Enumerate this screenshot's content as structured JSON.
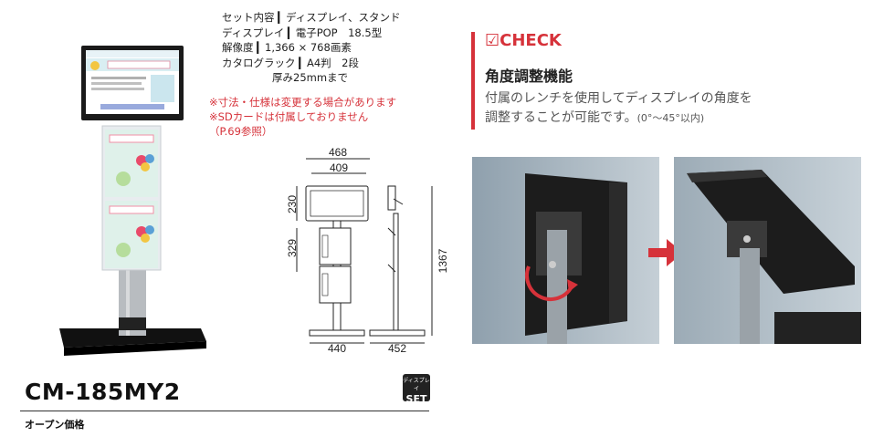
{
  "specs": [
    "セット内容 ▎ディスプレイ、スタンド",
    "ディスプレイ ▎電子POP　18.5型",
    "解像度 ▎1,366 × 768画素",
    "カタログラック ▎A4判　2段"
  ],
  "spec_extra": "厚み25mmまで",
  "notes": [
    "※寸法・仕様は変更する場合があります",
    "※SDカードは付属しておりません",
    "（P.69参照）"
  ],
  "check": {
    "title": "☑CHECK",
    "heading": "角度調整機能",
    "body_line1": "付属のレンチを使用してディスプレイの角度を",
    "body_line2": "調整することが可能です。",
    "body_note": "(0°～45°以内)"
  },
  "dimensions": {
    "d468": "468",
    "d409": "409",
    "d230": "230",
    "d329": "329",
    "d1367": "1367",
    "d440": "440",
    "d452": "452"
  },
  "product": {
    "model": "CM-185MY2",
    "price_label": "オープン価格",
    "badge_line1": "ディスプレイ",
    "badge_line2": "SET"
  },
  "colors": {
    "accent": "#d6323a",
    "stand_silver": "#b8bcc0",
    "display_black": "#1a1a1a"
  }
}
